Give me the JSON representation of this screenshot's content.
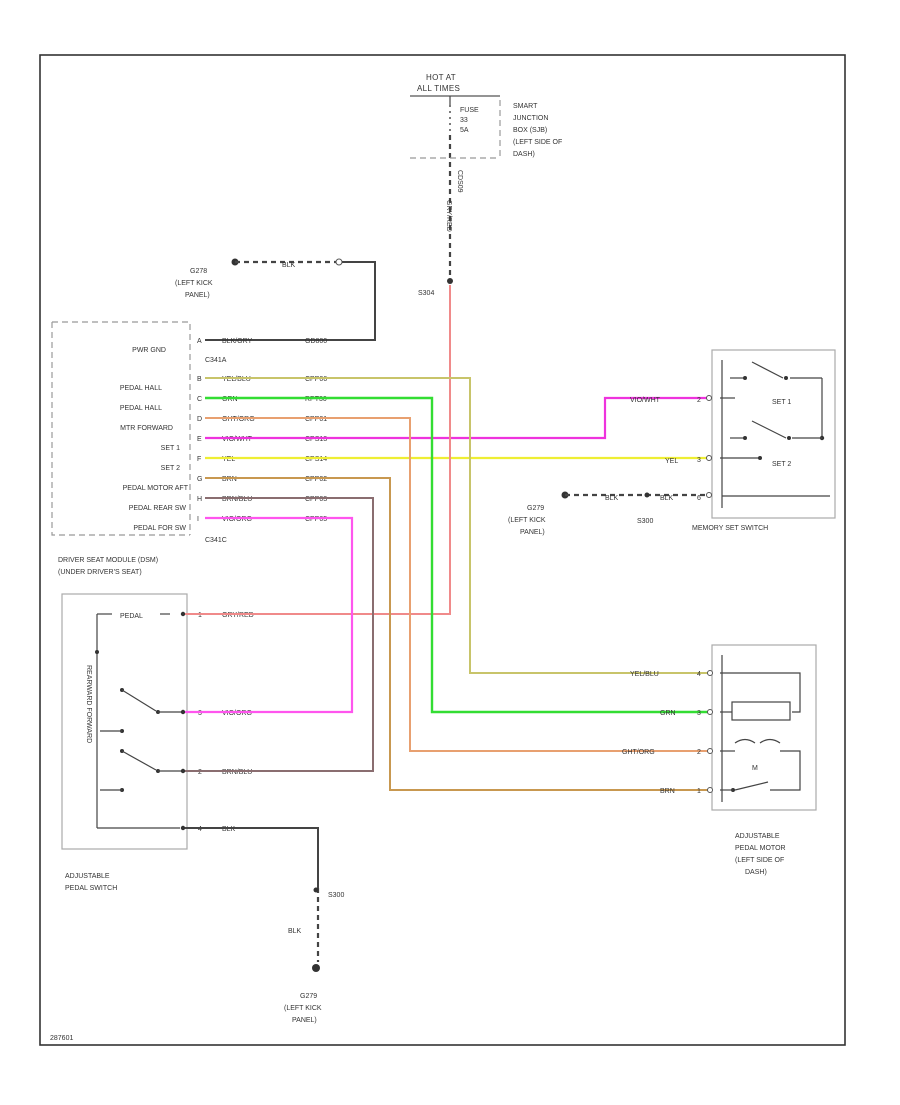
{
  "hot_at": {
    "line1": "HOT AT",
    "line2": "ALL TIMES"
  },
  "fuse": {
    "line1": "FUSE",
    "line2": "33",
    "line3": "5A"
  },
  "junction_box": {
    "line1": "SMART",
    "line2": "JUNCTION",
    "line3": "BOX (SJB)",
    "line4": "(LEFT SIDE OF",
    "line5": "DASH)"
  },
  "fuse_wire": {
    "color": "GRY/RED",
    "circuit": "CDS09"
  },
  "splice_s304": "S304",
  "ground_top": {
    "id": "G278",
    "line2": "(LEFT KICK",
    "line3": "PANEL)"
  },
  "ground_top_wire": "BLK",
  "module": {
    "line1": "DRIVER SEAT MODULE (DSM)",
    "line2": "(UNDER DRIVER'S SEAT)",
    "connector_top": "C341A",
    "connector_bottom": "C341C",
    "pins": [
      {
        "name": "PWR GND",
        "pin": "A",
        "wire": "BLK/GRY",
        "circuit": "GD800"
      },
      {
        "name": "PEDAL HALL",
        "pin": "B",
        "wire": "YEL/BLU",
        "circuit": "CPP06"
      },
      {
        "name": "PEDAL HALL",
        "pin": "C",
        "wire": "GRN",
        "circuit": "RPT30"
      },
      {
        "name": "MTR FORWARD",
        "pin": "D",
        "wire": "GHT/ORG",
        "circuit": "CPP01"
      },
      {
        "name": "SET 1",
        "pin": "E",
        "wire": "VIO/WHT",
        "circuit": "CPS13"
      },
      {
        "name": "SET 2",
        "pin": "F",
        "wire": "YEL",
        "circuit": "CPS14"
      },
      {
        "name": "PEDAL MOTOR AFT",
        "pin": "G",
        "wire": "BRN",
        "circuit": "CPP02"
      },
      {
        "name": "PEDAL REAR SW",
        "pin": "H",
        "wire": "BRN/BLU",
        "circuit": "CPP03"
      },
      {
        "name": "PEDAL FOR SW",
        "pin": "I",
        "wire": "VIO/ORG",
        "circuit": "CPP05"
      }
    ]
  },
  "memory_switch": {
    "title": "MEMORY SET SWITCH",
    "set1": "SET 1",
    "set2": "SET 2",
    "wire_set1": "VIO/WHT",
    "wire_set2": "YEL",
    "wire_gnd": "BLK",
    "pin_set1": "2",
    "pin_set2": "3",
    "pin_gnd": "6",
    "ground_wire": "BLK",
    "splice": "S300",
    "ground": {
      "id": "G279",
      "line2": "(LEFT KICK",
      "line3": "PANEL)"
    }
  },
  "pedal_switch": {
    "label_line1": "ADJUSTABLE",
    "label_line2": "PEDAL SWITCH",
    "pedal_text": "PEDAL",
    "direction_text": "REARWARD FORWARD",
    "wires": [
      {
        "pin": "1",
        "color": "GRY/RED"
      },
      {
        "pin": "3",
        "color": "VIO/ORG"
      },
      {
        "pin": "2",
        "color": "BRN/BLU"
      },
      {
        "pin": "4",
        "color": "BLK"
      }
    ]
  },
  "ground_bottom": {
    "wire": "BLK",
    "splice": "S300",
    "id": "G279",
    "line2": "(LEFT KICK",
    "line3": "PANEL)"
  },
  "pedal_motor": {
    "line1": "ADJUSTABLE",
    "line2": "PEDAL MOTOR",
    "line3": "(LEFT SIDE OF",
    "line4": "DASH)",
    "motor_symbol": "M",
    "wires": [
      {
        "pin": "4",
        "color": "YEL/BLU"
      },
      {
        "pin": "3",
        "color": "GRN"
      },
      {
        "pin": "2",
        "color": "GHT/ORG"
      },
      {
        "pin": "1",
        "color": "BRN"
      }
    ]
  },
  "footer_code": "287601",
  "colors": {
    "frame": "#333333",
    "gry_red": "#f08a8a",
    "yel_blu": "#c8c46a",
    "grn": "#33dd33",
    "ght_org": "#e8a070",
    "vio_wht": "#ee33dd",
    "yel": "#eeee33",
    "brn": "#c89850",
    "brn_blu": "#8a6d70",
    "vio_org": "#ff55ee",
    "blk": "#444444"
  }
}
